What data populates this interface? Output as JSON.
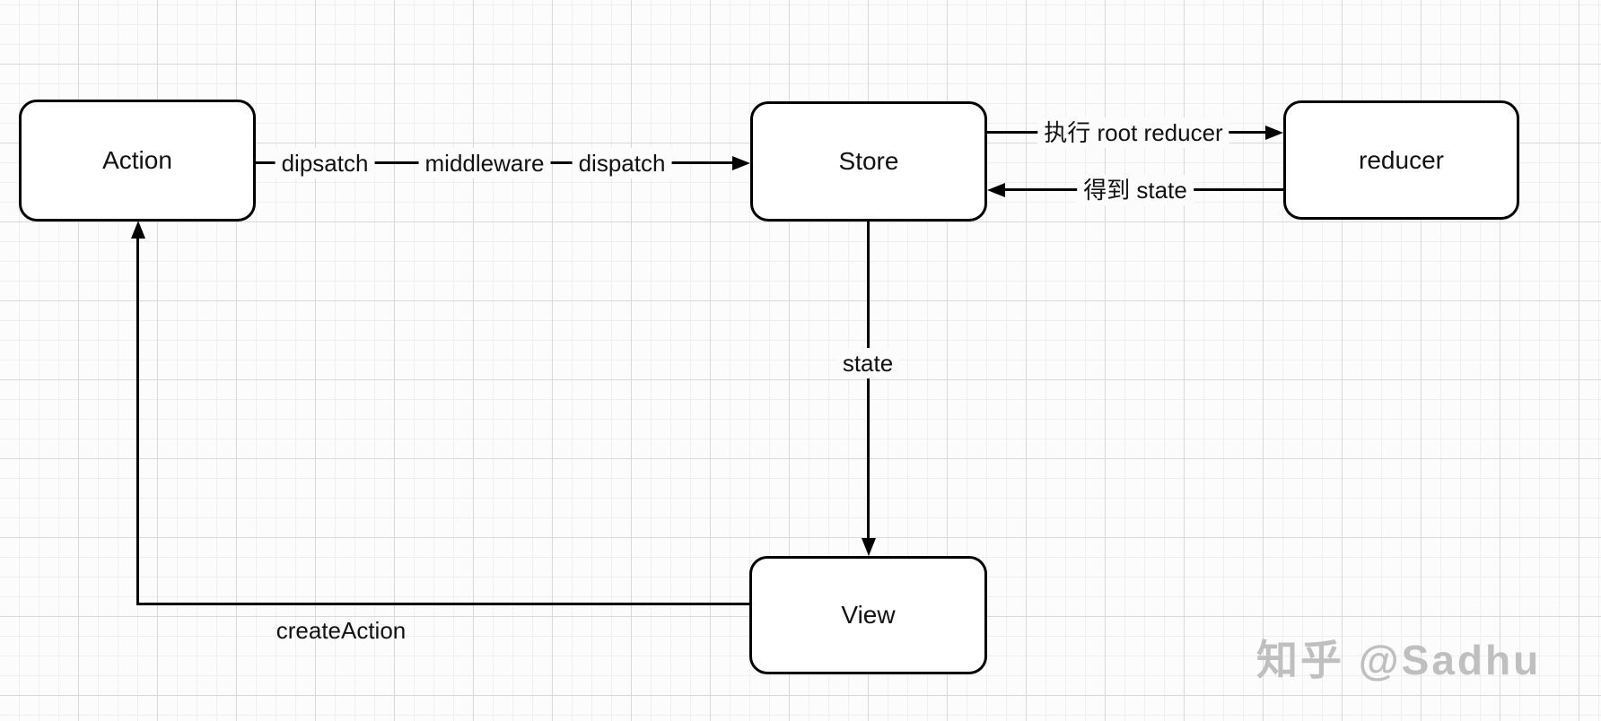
{
  "nodes": {
    "action": {
      "label": "Action"
    },
    "store": {
      "label": "Store"
    },
    "reducer": {
      "label": "reducer"
    },
    "view": {
      "label": "View"
    }
  },
  "edges": {
    "action_to_store": {
      "labels": [
        "dipsatch",
        "middleware",
        "dispatch"
      ]
    },
    "store_to_reducer": {
      "label": "执行 root reducer"
    },
    "reducer_to_store": {
      "label": "得到 state"
    },
    "store_to_view": {
      "label": "state"
    },
    "view_to_action": {
      "label": "createAction"
    }
  },
  "watermark": {
    "text": "知乎 @Sadhu"
  },
  "colors": {
    "node_border": "#000000",
    "node_fill": "#ffffff",
    "edge_line": "#000000",
    "label_text": "#111111",
    "canvas_background": "#fcfcfc",
    "grid_minor": "#efefef",
    "grid_major": "#d9d9d9",
    "watermark": "#bfbfbf"
  }
}
